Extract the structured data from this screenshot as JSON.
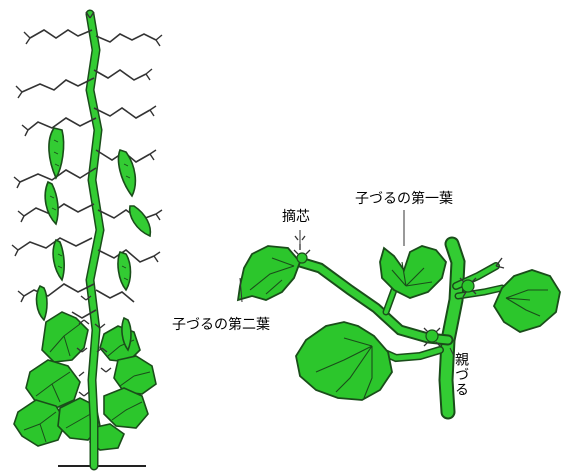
{
  "labels": {
    "pinching": "摘芯",
    "lateral_first_leaf": "子づるの第一葉",
    "lateral_second_leaf": "子づるの第二葉",
    "main_vine": "親づる"
  },
  "colors": {
    "leaf_fill": "#2cc62c",
    "leaf_stroke": "#1a4d1a",
    "fruit_fill": "#33cc33",
    "outline": "#222222",
    "tendril": "#333333"
  }
}
